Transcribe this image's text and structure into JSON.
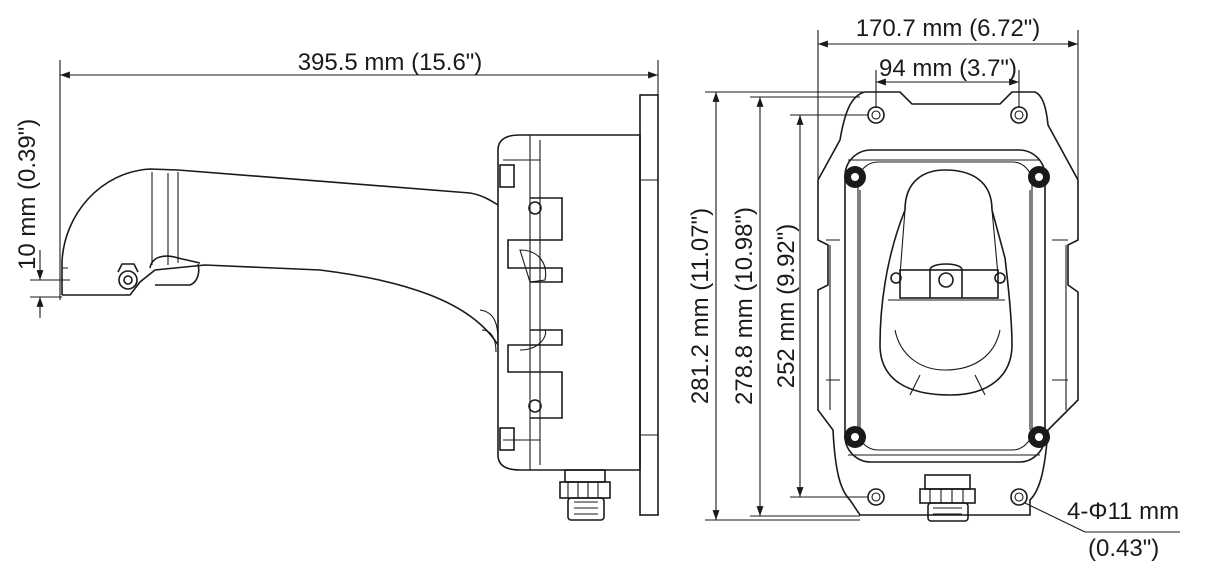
{
  "dimensions": {
    "overall_length": "395.5 mm (15.6\")",
    "side_offset": "10 mm (0.39\")",
    "plate_width": "170.7 mm (6.72\")",
    "hole_spacing_horizontal": "94 mm (3.7\")",
    "plate_height": "281.2 mm (11.07\")",
    "box_height": "278.8 mm (10.98\")",
    "hole_spacing_vertical": "252 mm (9.92\")",
    "mounting_holes_line1": "4-Φ11 mm",
    "mounting_holes_line2": "(0.43\")"
  }
}
